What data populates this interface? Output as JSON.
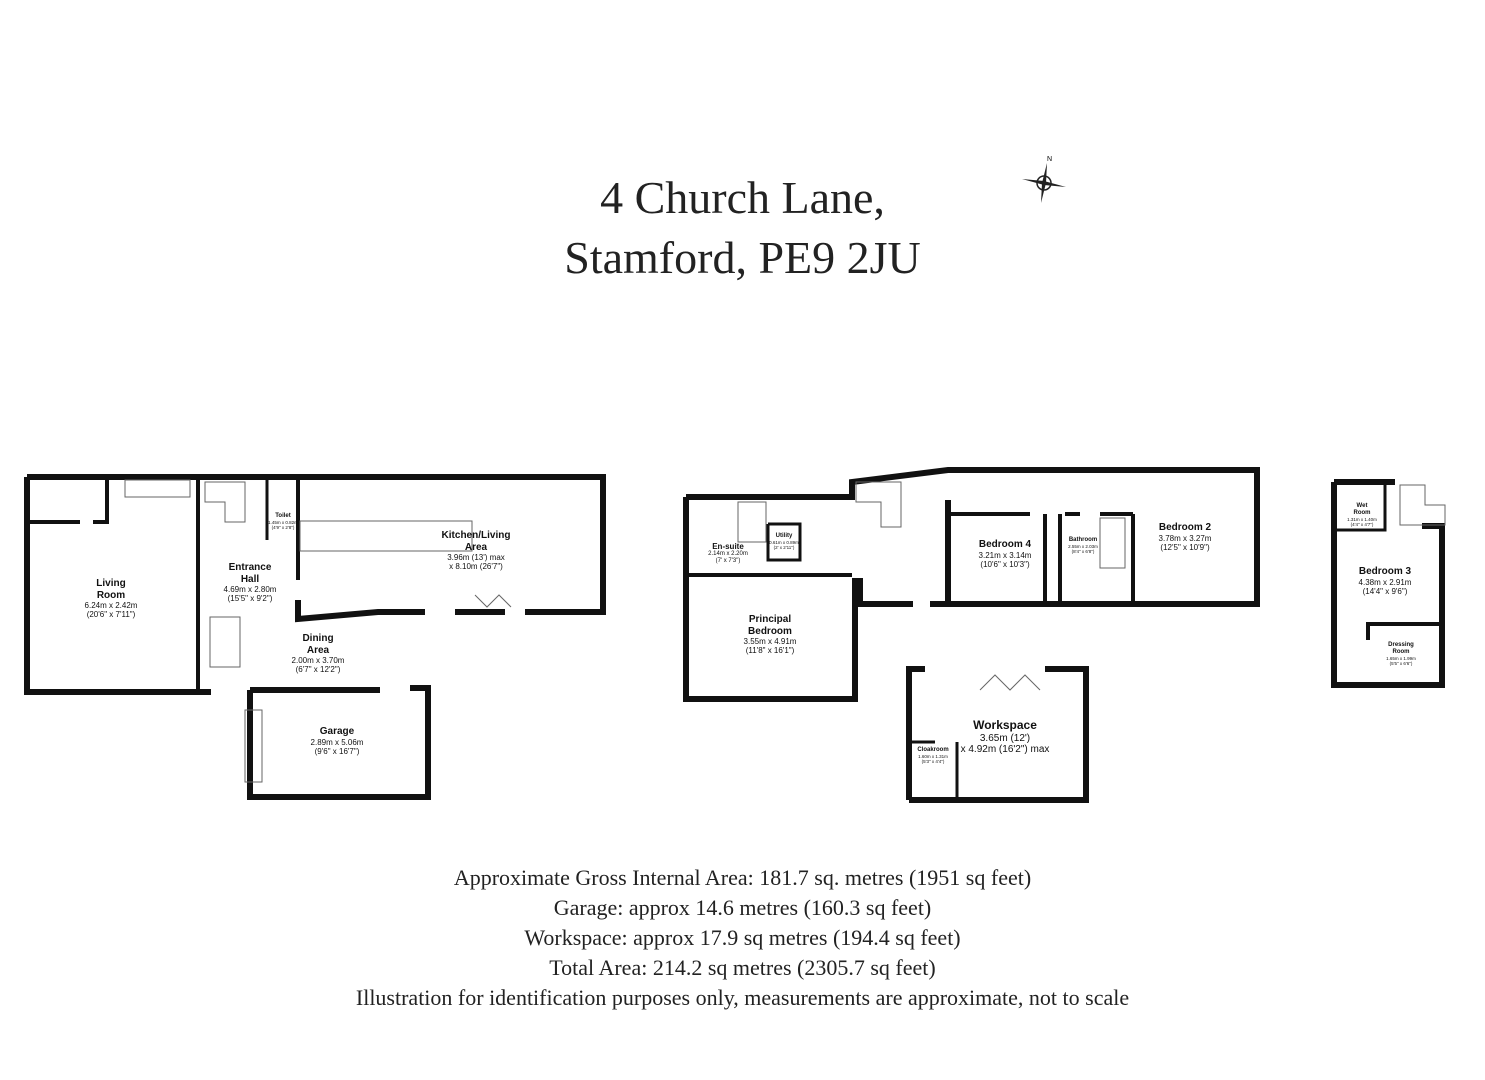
{
  "header": {
    "line1": "4 Church Lane,",
    "line2": "Stamford, PE9 2JU"
  },
  "compass": {
    "label": "N",
    "icon": "compass-rose-icon"
  },
  "rooms": {
    "living": {
      "name1": "Living",
      "name2": "Room",
      "metric": "6.24m x 2.42m",
      "imperial": "(20'6\" x 7'11\")"
    },
    "toilet": {
      "name": "Toilet",
      "metric": "1.45m x 0.82m",
      "imperial": "(4'9\" x 2'8\")"
    },
    "hall": {
      "name1": "Entrance",
      "name2": "Hall",
      "metric": "4.69m x 2.80m",
      "imperial": "(15'5\" x 9'2\")"
    },
    "kitchen": {
      "name1": "Kitchen/Living",
      "name2": "Area",
      "metric": "3.96m (13') max",
      "imperial": "x 8.10m (26'7\")"
    },
    "dining": {
      "name1": "Dining",
      "name2": "Area",
      "metric": "2.00m x 3.70m",
      "imperial": "(6'7\" x 12'2\")"
    },
    "garage": {
      "name": "Garage",
      "metric": "2.89m x 5.06m",
      "imperial": "(9'6\" x 16'7\")"
    },
    "ensuite": {
      "name": "En-suite",
      "metric": "2.14m x 2.20m",
      "imperial": "(7' x 7'3\")"
    },
    "utility": {
      "name": "Utility",
      "metric": "0.61m x 0.89m",
      "imperial": "(2' x 2'11\")"
    },
    "principal": {
      "name1": "Principal",
      "name2": "Bedroom",
      "metric": "3.55m x 4.91m",
      "imperial": "(11'8\" x 16'1\")"
    },
    "bedroom4": {
      "name": "Bedroom 4",
      "metric": "3.21m x 3.14m",
      "imperial": "(10'6\" x 10'3\")"
    },
    "bathroom": {
      "name": "Bathroom",
      "metric": "2.55m x 2.03m",
      "imperial": "(8'4\" x 6'8\")"
    },
    "bedroom2": {
      "name": "Bedroom 2",
      "metric": "3.78m x 3.27m",
      "imperial": "(12'5\" x 10'9\")"
    },
    "wetroom": {
      "name1": "Wet",
      "name2": "Room",
      "metric": "1.31m x 1.40m",
      "imperial": "(4'4\" x 4'7\")"
    },
    "bedroom3": {
      "name": "Bedroom 3",
      "metric": "4.38m x 2.91m",
      "imperial": "(14'4\" x 9'6\")"
    },
    "dressing": {
      "name1": "Dressing",
      "name2": "Room",
      "metric": "1.65m x 1.99m",
      "imperial": "(5'5\" x 6'6\")"
    },
    "workspace": {
      "name": "Workspace",
      "metric": "3.65m (12')",
      "imperial": "x 4.92m (16'2\") max"
    },
    "cloakroom": {
      "name": "Cloakroom",
      "metric": "1.60m x 1.31m",
      "imperial": "(5'3\" x 4'4\")"
    }
  },
  "footer": {
    "line1": "Approximate Gross Internal Area: 181.7 sq. metres (1951 sq feet)",
    "line2": "Garage: approx 14.6 metres (160.3 sq feet)",
    "line3": "Workspace: approx 17.9 sq metres (194.4 sq feet)",
    "line4": "Total Area: 214.2 sq metres (2305.7 sq feet)",
    "line5": "Illustration for identification purposes only, measurements are approximate, not to scale"
  }
}
